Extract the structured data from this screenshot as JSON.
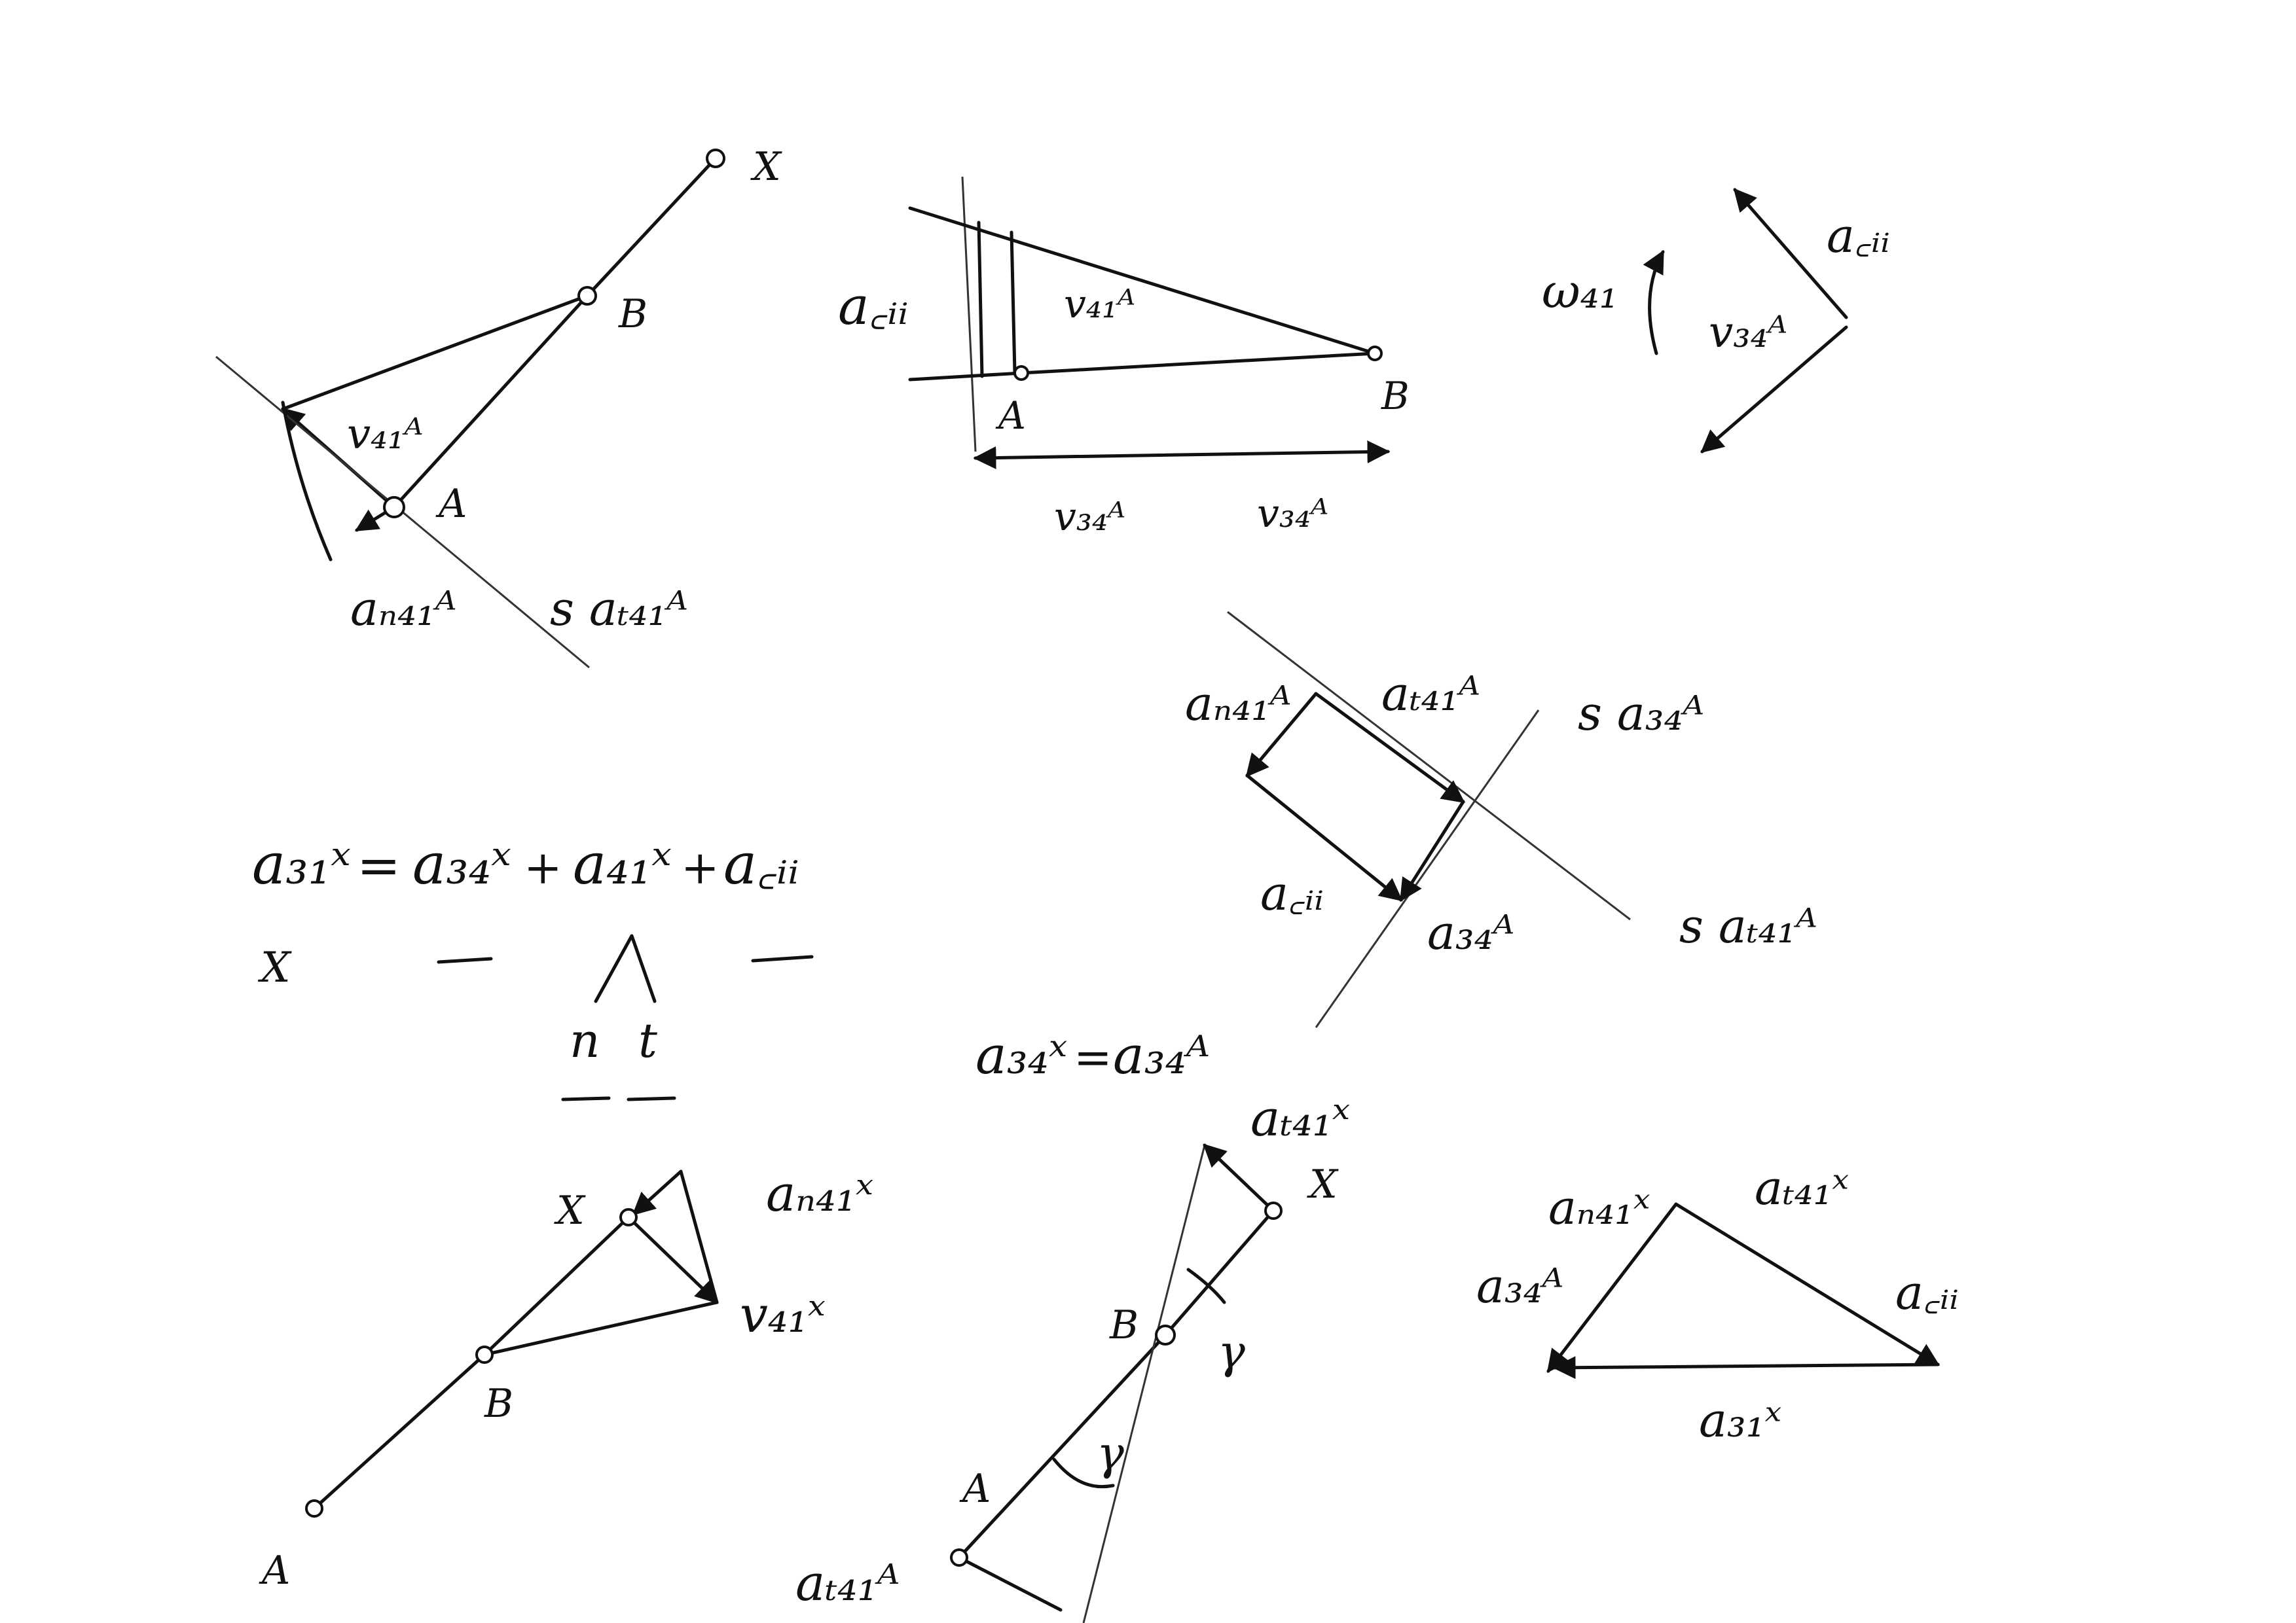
{
  "labels": {
    "X": "X",
    "B": "B",
    "A": "A",
    "vA_41": "v₄₁ᴬ",
    "aA_n41": "aₙ₄₁ᴬ",
    "sA_t41": "s aₜ₄₁ᴬ",
    "acII": "a꜀ᵢᵢ",
    "vA_34": "v₃₄ᴬ",
    "w41": "ω₄₁",
    "aA_t41": "aₜ₄₁ᴬ",
    "sA_34": "s a₃₄ᴬ",
    "aA_34": "a₃₄ᴬ",
    "aX_31": "a₃₁ˣ",
    "aX_34": "a₃₄ˣ",
    "aX_41": "a₄₁ˣ",
    "n": "n",
    "t": "t",
    "eq": "=",
    "plus": "+",
    "aX_n41": "aₙ₄₁ˣ",
    "vX_41": "v₄₁ˣ",
    "aX_t41": "aₜ₄₁ˣ",
    "gamma": "γ"
  }
}
